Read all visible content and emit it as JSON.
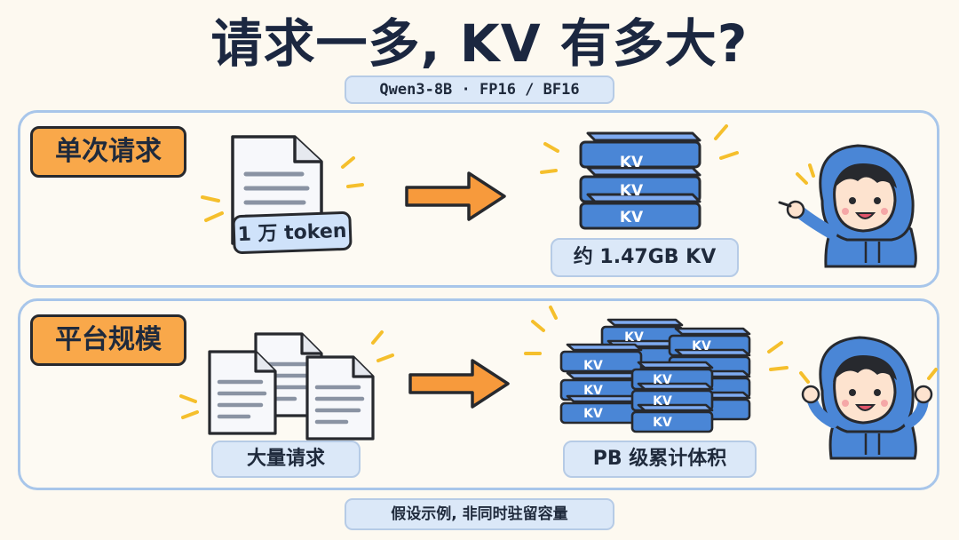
{
  "title": "请求一多, KV 有多大?",
  "subtitle": "Qwen3-8B · FP16 / BF16",
  "sections": [
    {
      "tag": "单次请求",
      "input_label": "1 万 token",
      "output_label": "约 1.47GB KV",
      "kv_text": "KV"
    },
    {
      "tag": "平台规模",
      "input_label": "大量请求",
      "output_label": "PB 级累计体积",
      "kv_text": "KV"
    }
  ],
  "footnote": "假设示例, 非同时驻留容量",
  "colors": {
    "accent_orange": "#f9a84a",
    "kv_blue": "#4a86d6",
    "panel_border": "#a8c6ea",
    "label_bg": "#dbe8f8"
  }
}
